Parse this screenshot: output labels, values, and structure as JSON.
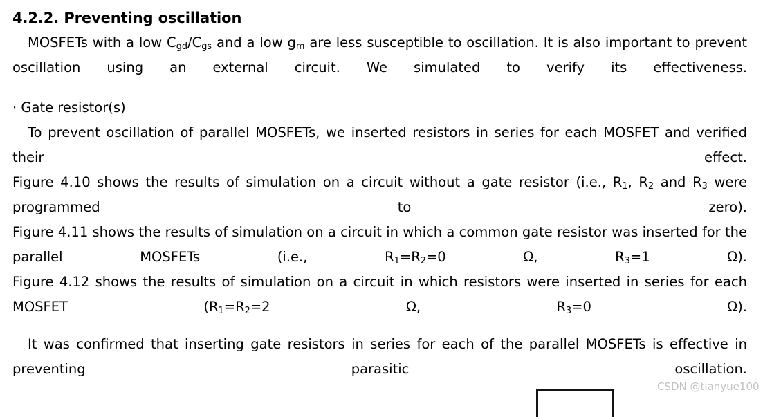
{
  "document": {
    "section_number": "4.2.2.",
    "heading": "4.2.2. Preventing oscillation",
    "paragraphs": {
      "intro_line1_a": "MOSFETs with a low C",
      "intro_sub1": "gd",
      "intro_line1_b": "/C",
      "intro_sub2": "gs",
      "intro_line1_c": " and a low g",
      "intro_sub3": "m",
      "intro_line1_d": " are less susceptible to oscillation. It is also important to prevent oscillation using an external circuit. We simulated to verify its effectiveness.",
      "bullet_marker": "·",
      "bullet_label": "Gate resistor(s)",
      "gate_resistor_body": "To prevent oscillation of parallel MOSFETs, we inserted resistors in series for each MOSFET and verified their effect.",
      "fig410_a": "Figure 4.10 shows the results of simulation on a circuit without a gate resistor (i.e., R",
      "fig410_sub1": "1",
      "fig410_b": ", R",
      "fig410_sub2": "2",
      "fig410_c": " and R",
      "fig410_sub3": "3",
      "fig410_d": " were programmed to zero).",
      "fig411_a": "Figure 4.11 shows the results of simulation on a circuit in which a common gate resistor was inserted for the parallel MOSFETs (i.e., R",
      "fig411_sub1": "1",
      "fig411_b": "=R",
      "fig411_sub2": "2",
      "fig411_c": "=0 Ω, R",
      "fig411_sub3": "3",
      "fig411_d": "=1 Ω).",
      "fig412_a": "Figure 4.12 shows the results of simulation on a circuit in which resistors were inserted in series for each MOSFET (R",
      "fig412_sub1": "1",
      "fig412_b": "=R",
      "fig412_sub2": "2",
      "fig412_c": "=2 Ω, R",
      "fig412_sub3": "3",
      "fig412_d": "=0 Ω).",
      "conclusion": "It was confirmed that inserting gate resistors in series for each of the parallel MOSFETs is effective in preventing parasitic oscillation."
    }
  },
  "watermark": {
    "text": "CSDN @tianyue100",
    "color": "#c2c2c2"
  },
  "figure_fragment": {
    "name": "partial-figure-outline",
    "border_color": "#141414"
  }
}
